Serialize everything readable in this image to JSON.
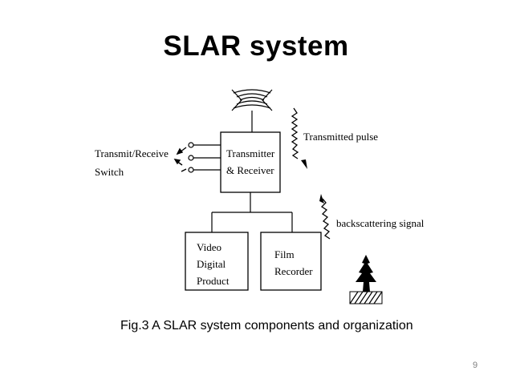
{
  "slide": {
    "title": "SLAR system",
    "caption": "Fig.3  A SLAR system components and organization",
    "page_number": "9"
  },
  "diagram": {
    "switch_label": [
      "Transmit/Receive",
      "Switch"
    ],
    "transceiver_label": [
      "Transmitter",
      "& Receiver"
    ],
    "video_label": [
      "Video",
      "Digital",
      "Product"
    ],
    "film_label": [
      "Film",
      "Recorder"
    ],
    "transmitted_pulse_label": "Transmitted pulse",
    "backscatter_label": "backscattering signal"
  }
}
